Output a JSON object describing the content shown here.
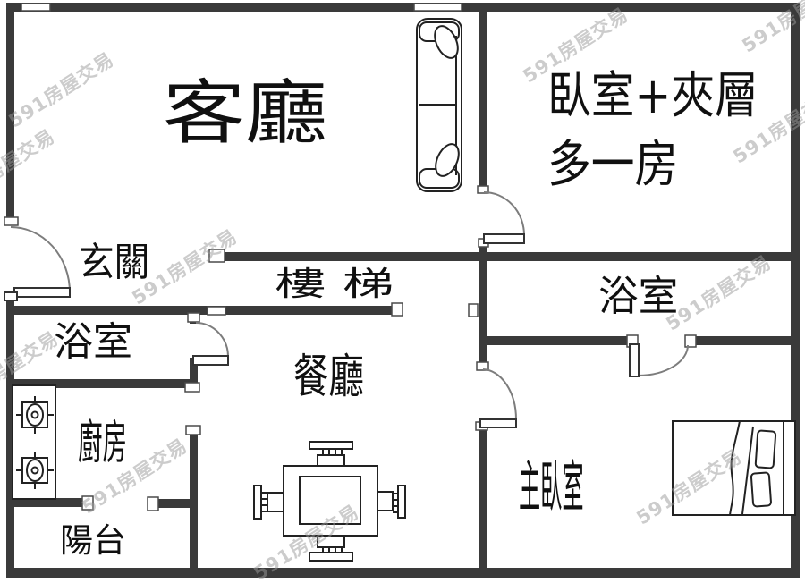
{
  "plan": {
    "watermark_text": "591房屋交易",
    "rooms": {
      "living": "客廳",
      "bedroom_mezzanine_line1": "臥室+夾層",
      "bedroom_mezzanine_line2": "多一房",
      "entry": "玄關",
      "stairs": "樓梯",
      "bath_left": "浴室",
      "bath_right": "浴室",
      "dining": "餐廳",
      "kitchen": "廚房",
      "balcony": "陽台",
      "master_bedroom": "主臥室"
    },
    "furniture_icons": [
      "sofa-icon",
      "bed-icon",
      "dining-table-icon",
      "stove-icon",
      "door-swing-icon",
      "window-icon"
    ],
    "colors": {
      "wall": "#3a3a3a",
      "line": "#222222",
      "watermark": "#9a9a9a",
      "background": "#ffffff"
    }
  }
}
